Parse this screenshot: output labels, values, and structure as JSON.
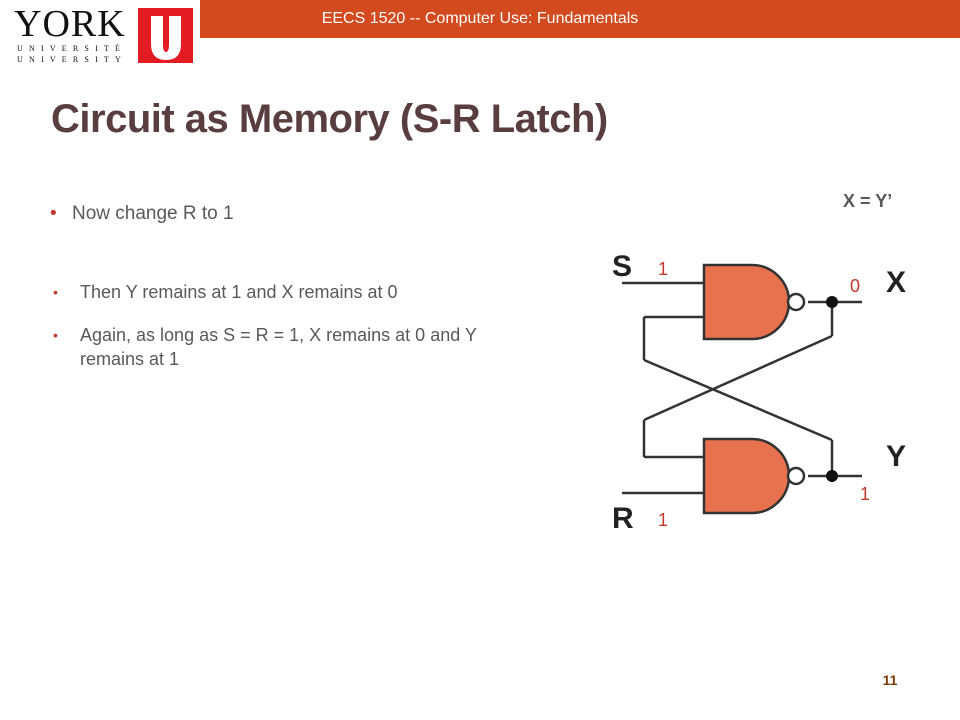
{
  "header": {
    "course_title": "EECS 1520 -- Computer Use: Fundamentals"
  },
  "logo": {
    "york": "YORK",
    "line1": "UNIVERSITÉ",
    "line2": "UNIVERSITY",
    "mark": "U"
  },
  "slide": {
    "title": "Circuit as Memory (S-R Latch)",
    "bullets": [
      "Now change R to 1",
      "Then Y remains at 1 and X remains at 0",
      "Again, as long as S = R = 1, X remains at 0 and Y remains at 1"
    ],
    "bullet_glyph": "•",
    "equation": "X = Y’",
    "page_number": "11"
  },
  "circuit": {
    "labels": {
      "s": "S",
      "r": "R",
      "x": "X",
      "y": "Y"
    },
    "values": {
      "s": "1",
      "r": "1",
      "x": "0",
      "y": "1"
    },
    "colors": {
      "gate_fill": "#e8714e",
      "value_text": "#c0392b",
      "wire": "#333333",
      "header": "#d24a1e",
      "title": "#5a3e3f"
    }
  }
}
